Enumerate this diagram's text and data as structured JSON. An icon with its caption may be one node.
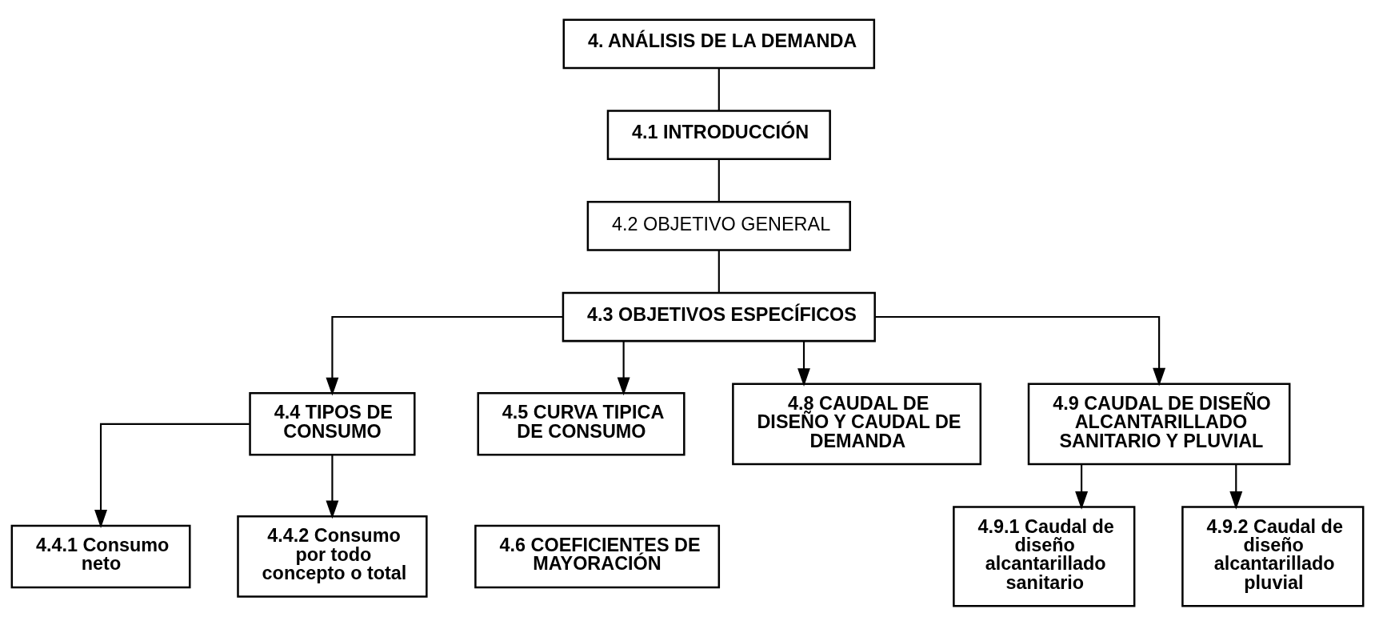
{
  "diagram": {
    "nodes": [
      {
        "text": [
          "4. ANÁLISIS DE LA DEMANDA"
        ]
      },
      {
        "text": [
          "4.1 INTRODUCCIÓN"
        ]
      },
      {
        "text": [
          "4.2 OBJETIVO GENERAL"
        ]
      },
      {
        "text": [
          "4.3 OBJETIVOS ESPECÍFICOS"
        ]
      },
      {
        "text": [
          "4.4 TIPOS DE CONSUMO"
        ]
      },
      {
        "text": [
          "4.5 CURVA TIPICA DE CONSUMO"
        ]
      },
      {
        "text": [
          "4.8 CAUDAL DE DISEÑO Y CAUDAL DE DEMANDA"
        ]
      },
      {
        "text": [
          "4.9 CAUDAL DE DISEÑO ALCANTARILLADO SANITARIO Y PLUVIAL"
        ]
      },
      {
        "text": [
          "4.4.1 Consumo neto"
        ]
      },
      {
        "text": [
          "4.6 COEFICIENTES DE MAYORACIÓN"
        ]
      },
      {
        "text": [
          "4.4.2 Consumo por todo concepto o total"
        ]
      },
      {
        "text": [
          "4.9.1 Caudal de diseño alcantarillado sanitario"
        ]
      },
      {
        "text": [
          "4.9.2 Caudal de diseño alcantarillado pluvial"
        ]
      }
    ],
    "edges": [
      {
        "from": 0,
        "to": 1,
        "arrow": "none"
      },
      {
        "from": 1,
        "to": 2,
        "arrow": "none"
      },
      {
        "from": 2,
        "to": 3,
        "arrow": "none"
      },
      {
        "from": 3,
        "to": 4,
        "arrow": "to"
      },
      {
        "from": 3,
        "to": 5,
        "arrow": "to"
      },
      {
        "from": 3,
        "to": 6,
        "arrow": "to"
      },
      {
        "from": 3,
        "to": 7,
        "arrow": "to"
      },
      {
        "from": 4,
        "to": 8,
        "arrow": "to"
      },
      {
        "from": 4,
        "to": 10,
        "arrow": "to"
      },
      {
        "from": 7,
        "to": 11,
        "arrow": "to"
      },
      {
        "from": 7,
        "to": 12,
        "arrow": "to"
      }
    ]
  }
}
